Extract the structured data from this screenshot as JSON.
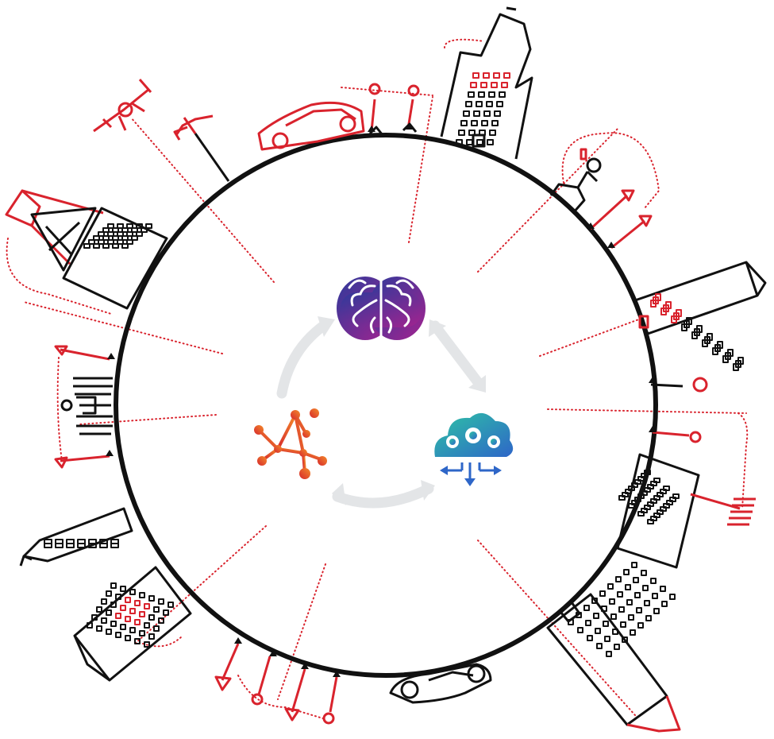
{
  "colors": {
    "ring": "#111111",
    "city_line": "#111111",
    "accent": "#d9232d",
    "dots": "#d9232d",
    "cycle_arrows": "#e3e5e7",
    "brain_gradient": [
      "#2e3a9b",
      "#a3238f"
    ],
    "network_gradient": [
      "#f48b2a",
      "#d6282d"
    ],
    "cloud_gradient": [
      "#2ec3a5",
      "#2e66c8"
    ],
    "arrow_blue": "#2e66c8"
  },
  "center_cycle": [
    {
      "id": "brain",
      "icon": "brain-icon"
    },
    {
      "id": "cloud",
      "icon": "cloud-gears-icon"
    },
    {
      "id": "network",
      "icon": "network-graph-icon"
    }
  ],
  "perimeter_objects": [
    "drone-icon",
    "streetlight-camera-icon",
    "car-icon",
    "traffic-sensor-icon",
    "skyscraper-icon",
    "person-running-icon",
    "street-lamp-icon",
    "office-building-icon",
    "sensor-post-icon",
    "crane-icon",
    "bench-person-icon",
    "apartment-building-icon",
    "car-icon",
    "tower-icon",
    "circuit-sensor-icon"
  ]
}
